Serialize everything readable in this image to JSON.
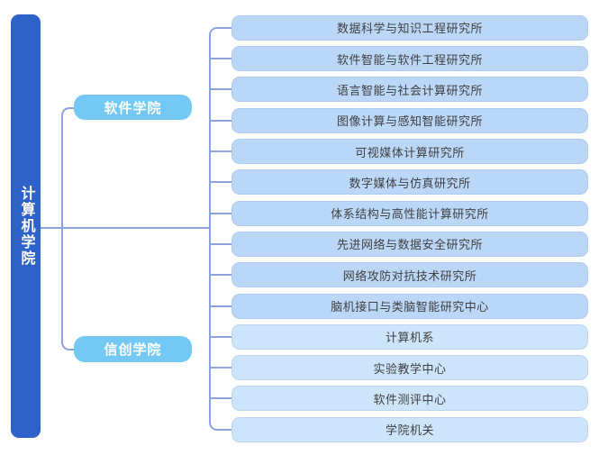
{
  "root": {
    "label": "计算机学院"
  },
  "branches": [
    {
      "label": "软件学院"
    },
    {
      "label": "信创学院"
    }
  ],
  "items": [
    {
      "label": "数据科学与知识工程研究所",
      "variant": "primary"
    },
    {
      "label": "软件智能与软件工程研究所",
      "variant": "primary"
    },
    {
      "label": "语言智能与社会计算研究所",
      "variant": "primary"
    },
    {
      "label": "图像计算与感知智能研究所",
      "variant": "primary"
    },
    {
      "label": "可视媒体计算研究所",
      "variant": "primary"
    },
    {
      "label": "数字媒体与仿真研究所",
      "variant": "primary"
    },
    {
      "label": "体系结构与高性能计算研究所",
      "variant": "primary"
    },
    {
      "label": "先进网络与数据安全研究所",
      "variant": "primary"
    },
    {
      "label": "网络攻防对抗技术研究所",
      "variant": "primary"
    },
    {
      "label": "脑机接口与类脑智能研究中心",
      "variant": "primary"
    },
    {
      "label": "计算机系",
      "variant": "light"
    },
    {
      "label": "实验教学中心",
      "variant": "light"
    },
    {
      "label": "软件测评中心",
      "variant": "light"
    },
    {
      "label": "学院机关",
      "variant": "light"
    }
  ],
  "colors": {
    "root_fill": "#2F62C9",
    "branch_fill": "#73C9F3",
    "item_fill_primary": "#BBD7F7",
    "item_fill_light": "#CDE5FB",
    "connector": "#8BA3DC",
    "item_text": "#404040",
    "node_text": "#FFFFFF"
  }
}
